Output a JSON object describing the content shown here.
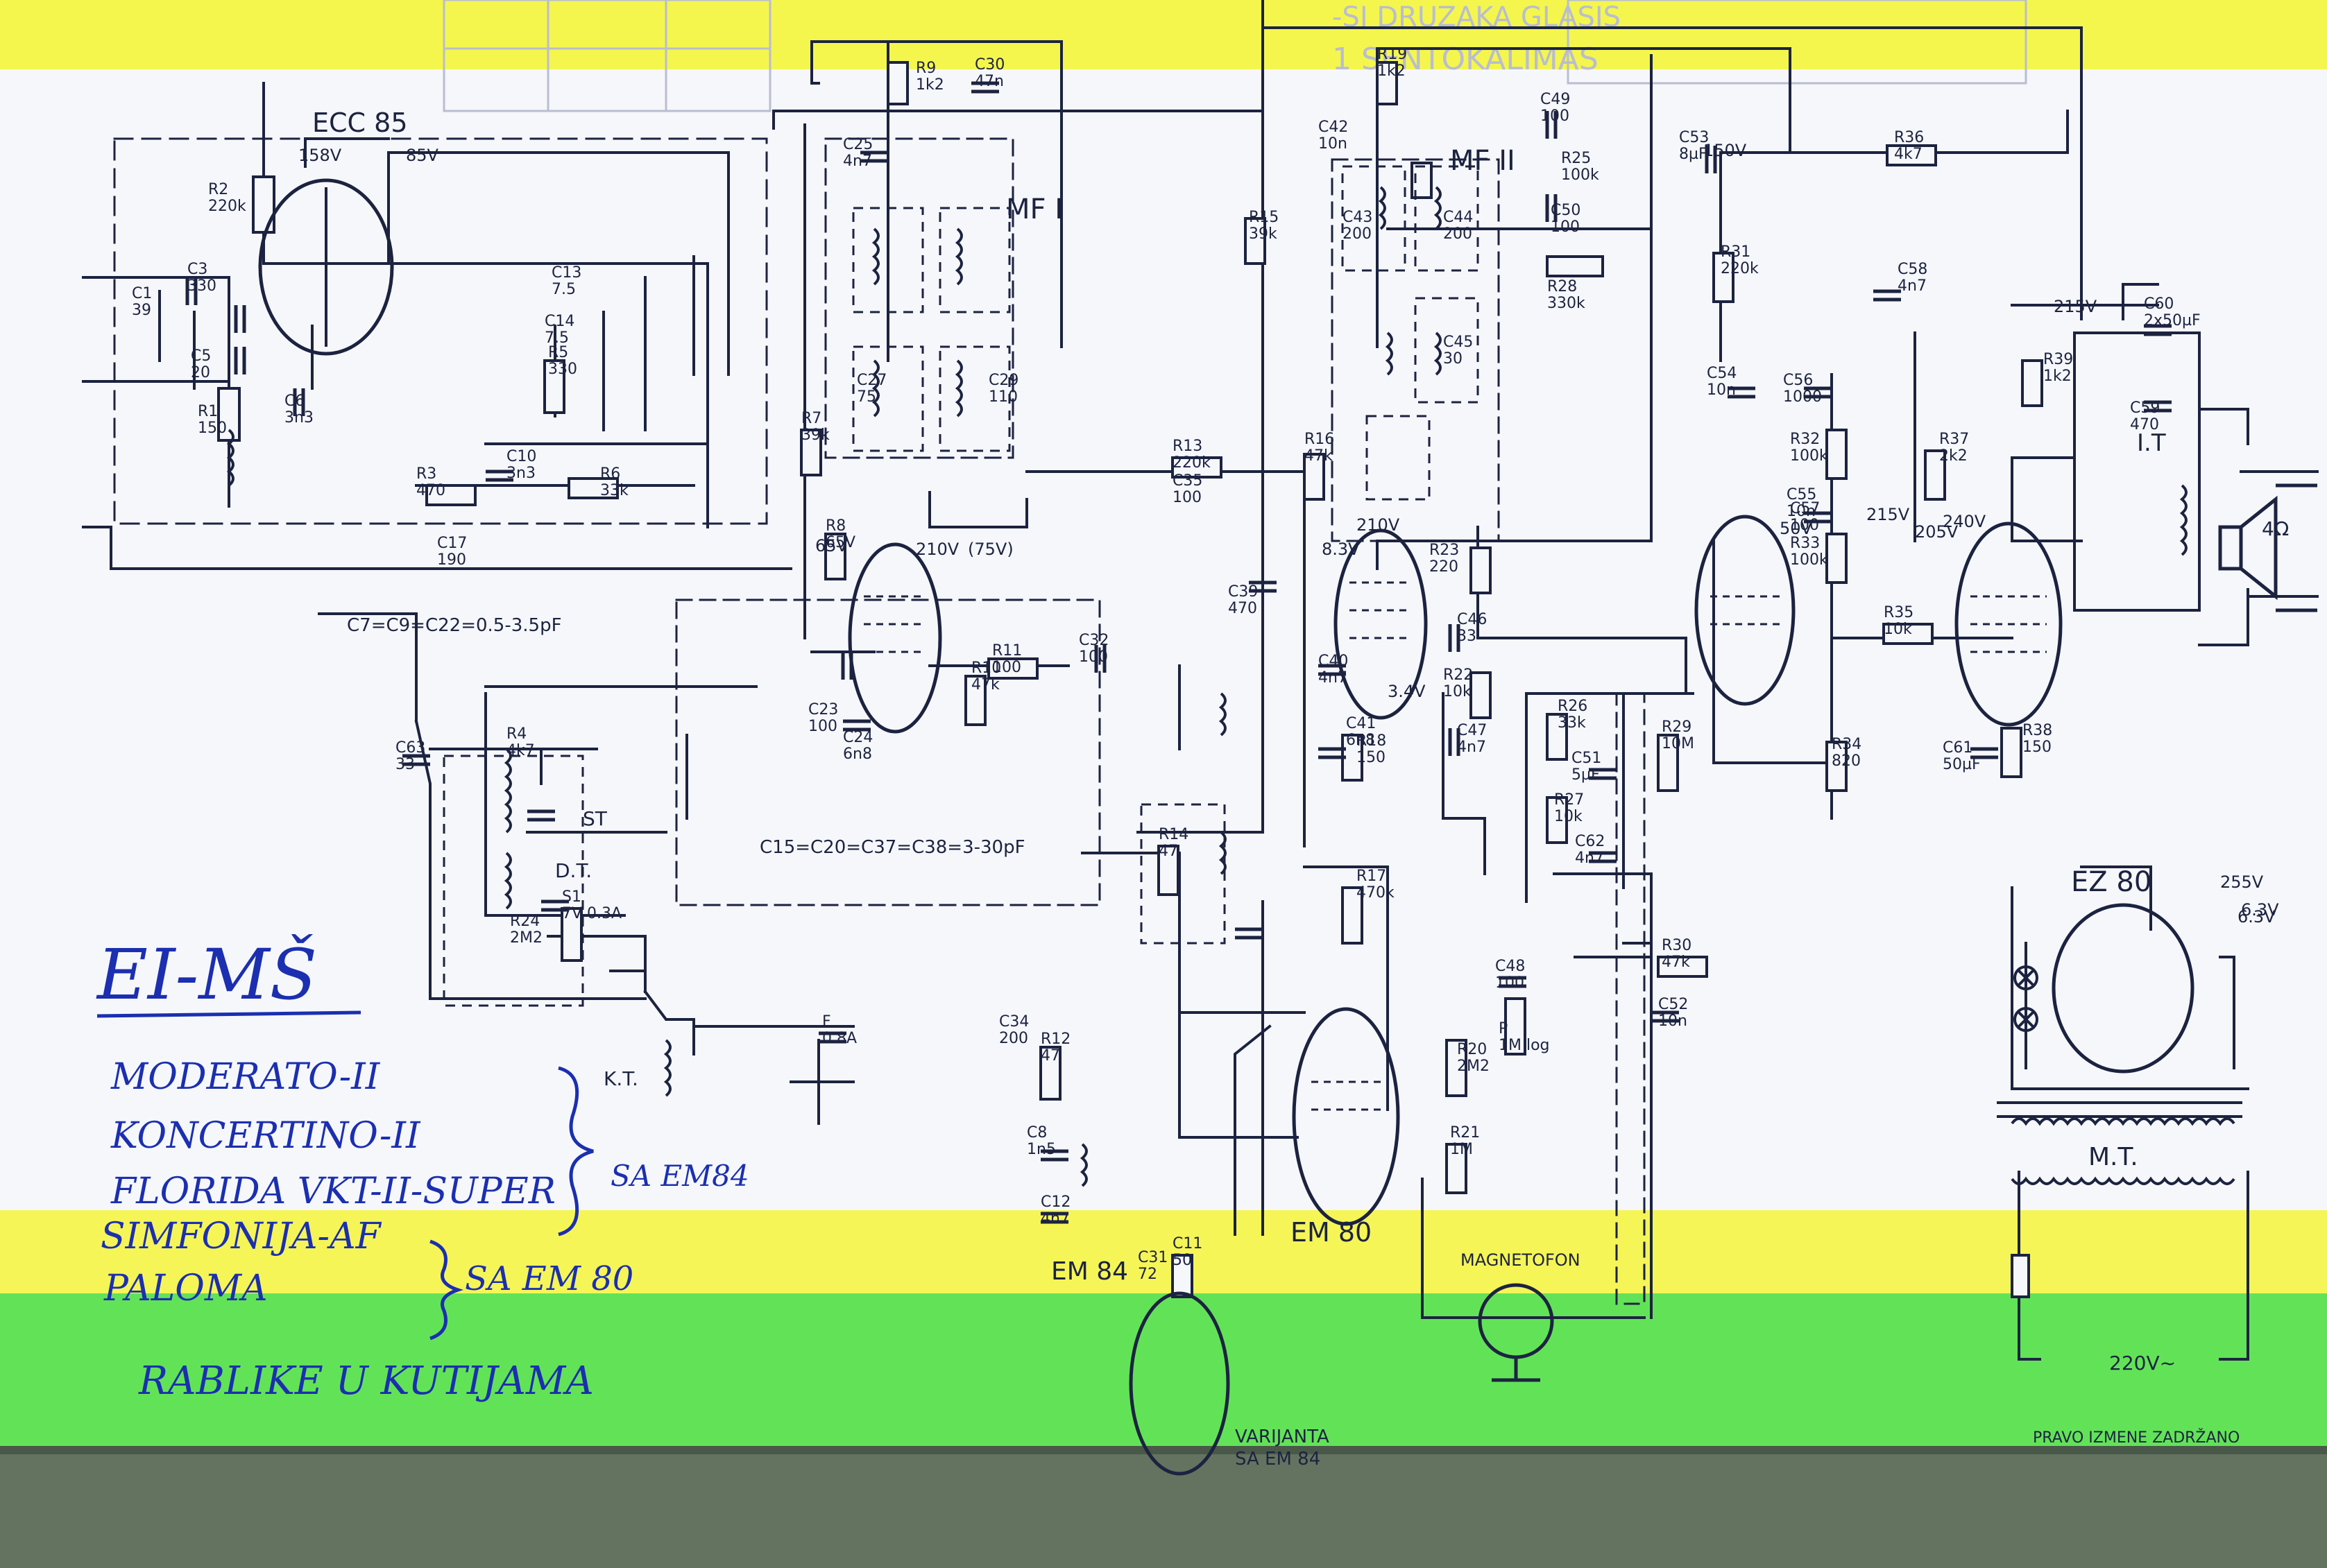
{
  "colors": {
    "paper": "#f6f7fb",
    "ink": "#1c2340",
    "ink_faint": "#b9bdd1",
    "yellow_band": "#f4f53a",
    "green_band": "#52e045",
    "bottom_band": "#637360",
    "handwriting": "#1b2fb0"
  },
  "tube_labels": {
    "ecc85": "ECC 85",
    "em80": "EM 80",
    "em84": "EM 84",
    "ez80": "EZ 80"
  },
  "block_labels": {
    "mf1": "MF I",
    "mf2": "MF II",
    "st": "ST",
    "dt": "D.T.",
    "kt": "K.T.",
    "it": "I.T",
    "mt": "M.T.",
    "magnetofon": "MAGNETOFON",
    "speaker": "4Ω",
    "variant_line1": "VARIJANTA",
    "variant_line2": "SA EM 84",
    "mains": "220V~",
    "footer_note": "PRAVO IZMENE ZADRŽANO"
  },
  "notes": {
    "trimmers_ant": "C7=C9=C22=0.5-3.5pF",
    "trimmers_osc": "C15=C20=C37=C38=3-30pF"
  },
  "voltages": [
    "158V",
    "85V",
    "210V",
    "(75V)",
    "210V",
    "8.3V",
    "3.4V",
    "150V",
    "50V",
    "215V",
    "240V",
    "205V",
    "255V",
    "6.3V",
    "215V",
    "6.3V",
    "65V"
  ],
  "components": [
    {
      "ref": "R2",
      "value": "220k"
    },
    {
      "ref": "R1",
      "value": "150"
    },
    {
      "ref": "C1",
      "value": "39"
    },
    {
      "ref": "C3",
      "value": "330"
    },
    {
      "ref": "C5",
      "value": "20"
    },
    {
      "ref": "C6",
      "value": "3n3"
    },
    {
      "ref": "R3",
      "value": "470"
    },
    {
      "ref": "C10",
      "value": "3n3"
    },
    {
      "ref": "R6",
      "value": "33k"
    },
    {
      "ref": "R5",
      "value": "330"
    },
    {
      "ref": "C17",
      "value": "190"
    },
    {
      "ref": "C13",
      "value": "7.5"
    },
    {
      "ref": "C14",
      "value": "7.5"
    },
    {
      "ref": "R9",
      "value": "1k2"
    },
    {
      "ref": "C30",
      "value": "47n"
    },
    {
      "ref": "C25",
      "value": "4n7"
    },
    {
      "ref": "C27",
      "value": "75"
    },
    {
      "ref": "C29",
      "value": "110"
    },
    {
      "ref": "R7",
      "value": "39k"
    },
    {
      "ref": "R8",
      "value": "65V"
    },
    {
      "ref": "C23",
      "value": "100"
    },
    {
      "ref": "C24",
      "value": "6n8"
    },
    {
      "ref": "R10",
      "value": "47k"
    },
    {
      "ref": "R11",
      "value": "100"
    },
    {
      "ref": "C32",
      "value": "100"
    },
    {
      "ref": "R13",
      "value": "220k"
    },
    {
      "ref": "C35",
      "value": "100"
    },
    {
      "ref": "R15",
      "value": "39k"
    },
    {
      "ref": "R16",
      "value": "47k"
    },
    {
      "ref": "C39",
      "value": "470"
    },
    {
      "ref": "R19",
      "value": "1k2"
    },
    {
      "ref": "C42",
      "value": "10n"
    },
    {
      "ref": "C43",
      "value": "200"
    },
    {
      "ref": "C44",
      "value": "200"
    },
    {
      "ref": "C45",
      "value": "30"
    },
    {
      "ref": "C49",
      "value": "100"
    },
    {
      "ref": "R25",
      "value": "100k"
    },
    {
      "ref": "C50",
      "value": "100"
    },
    {
      "ref": "R28",
      "value": "330k"
    },
    {
      "ref": "C53",
      "value": "8µF"
    },
    {
      "ref": "R36",
      "value": "4k7"
    },
    {
      "ref": "R31",
      "value": "220k"
    },
    {
      "ref": "C54",
      "value": "10n"
    },
    {
      "ref": "C56",
      "value": "1000"
    },
    {
      "ref": "R32",
      "value": "100k"
    },
    {
      "ref": "C55",
      "value": "10n"
    },
    {
      "ref": "R33",
      "value": "100k"
    },
    {
      "ref": "C57",
      "value": "100"
    },
    {
      "ref": "C58",
      "value": "4n7"
    },
    {
      "ref": "R37",
      "value": "2k2"
    },
    {
      "ref": "R35",
      "value": "10k"
    },
    {
      "ref": "R34",
      "value": "820"
    },
    {
      "ref": "R39",
      "value": "1k2"
    },
    {
      "ref": "C59",
      "value": "470"
    },
    {
      "ref": "C60",
      "value": "2x50µF"
    },
    {
      "ref": "C61",
      "value": "50µF"
    },
    {
      "ref": "R38",
      "value": "150"
    },
    {
      "ref": "R23",
      "value": "220"
    },
    {
      "ref": "C46",
      "value": "33"
    },
    {
      "ref": "R22",
      "value": "10k"
    },
    {
      "ref": "C47",
      "value": "4n7"
    },
    {
      "ref": "C41",
      "value": "6n8"
    },
    {
      "ref": "R18",
      "value": "150"
    },
    {
      "ref": "C40",
      "value": "4n7"
    },
    {
      "ref": "R26",
      "value": "33k"
    },
    {
      "ref": "C51",
      "value": "5µF"
    },
    {
      "ref": "R27",
      "value": "10k"
    },
    {
      "ref": "C62",
      "value": "4n7"
    },
    {
      "ref": "R29",
      "value": "10M"
    },
    {
      "ref": "R30",
      "value": "47k"
    },
    {
      "ref": "C52",
      "value": "10n"
    },
    {
      "ref": "C48",
      "value": "100"
    },
    {
      "ref": "P",
      "value": "1M log"
    },
    {
      "ref": "R20",
      "value": "2M2"
    },
    {
      "ref": "R21",
      "value": "1M"
    },
    {
      "ref": "R17",
      "value": "470k"
    },
    {
      "ref": "R12",
      "value": "47"
    },
    {
      "ref": "R14",
      "value": "47"
    },
    {
      "ref": "C31",
      "value": "72"
    },
    {
      "ref": "C34",
      "value": "200"
    },
    {
      "ref": "C11",
      "value": "50"
    },
    {
      "ref": "C8",
      "value": "1n5"
    },
    {
      "ref": "C12",
      "value": "4n7"
    },
    {
      "ref": "R4",
      "value": "4k7"
    },
    {
      "ref": "C63",
      "value": "33"
    },
    {
      "ref": "R24",
      "value": "2M2"
    },
    {
      "ref": "S1",
      "value": "7V 0.3A"
    },
    {
      "ref": "F",
      "value": "0.8A"
    }
  ],
  "handwriting": {
    "heading": "EI-MŠ",
    "line1": "MODERATO-II",
    "line2": "KONCERTINO-II",
    "line3": "FLORIDA VKT-II-SUPER",
    "line4": "SIMFONIJA-AF",
    "line5": "PALOMA",
    "group1": "SA EM84",
    "group2": "SA EM 80",
    "footer": "RABLIKE U KUTIJAMA"
  },
  "top_faint": {
    "line1": "-SI DRUZAKA GLASIS",
    "line2": "1 SENTOKALIMAS"
  }
}
